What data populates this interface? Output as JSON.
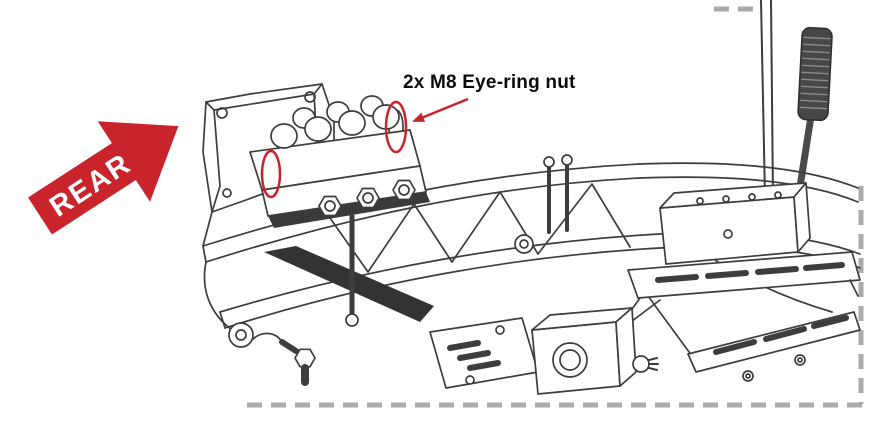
{
  "annotation": {
    "label": "2x M8 Eye-ring nut",
    "callout_count": "2"
  },
  "rear_badge": {
    "text": "REAR"
  },
  "colors": {
    "accent_red": "#c9242b",
    "line_dark": "#3d3d3d",
    "dash_gray": "#ababab",
    "background": "#ffffff"
  }
}
